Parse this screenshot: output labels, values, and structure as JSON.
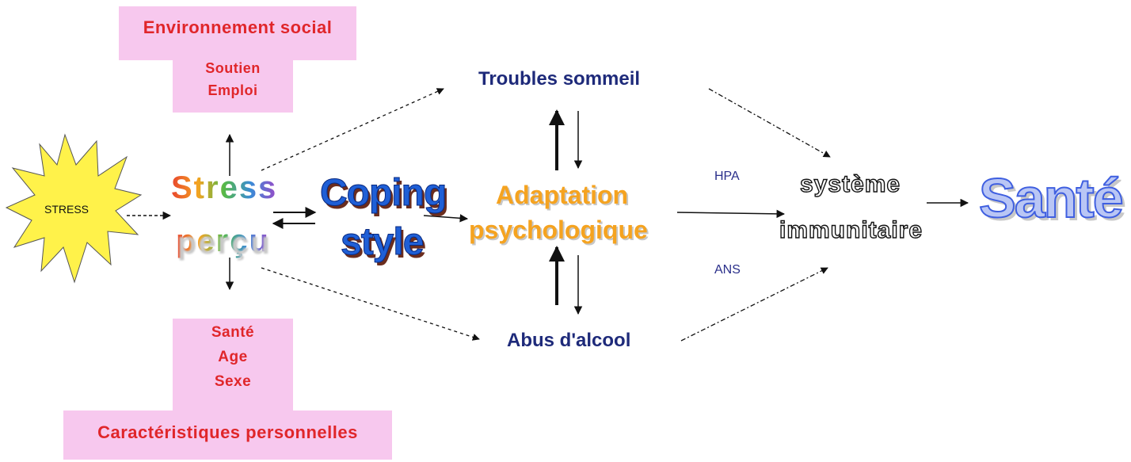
{
  "boxes": {
    "social_title": "Environnement social",
    "social_items": [
      "Soutien",
      "Emploi"
    ],
    "personal_items": [
      "Santé",
      "Age",
      "Sexe"
    ],
    "personal_title": "Caractéristiques personnelles"
  },
  "nodes": {
    "stress_burst": "STRESS",
    "stress_word": "Stress",
    "percu_word": "perçu",
    "coping_line1": "Coping",
    "coping_line2": "style",
    "adaptation_line1": "Adaptation",
    "adaptation_line2": "psychologique",
    "troubles": "Troubles sommeil",
    "abus": "Abus d'alcool",
    "systeme_line1": "système",
    "systeme_line2": "immunitaire",
    "sante": "Santé"
  },
  "edge_labels": {
    "hpa": "HPA",
    "ans": "ANS"
  },
  "colors": {
    "pink_box": "#f7c8ee",
    "red_text": "#e0262a",
    "navy_text": "#1e2a7a",
    "burst_fill": "#fff24a",
    "coping_blue": "#1f5fd6",
    "adaptation_orange": "#f5a320",
    "sante_blue": "#3f5fe0"
  }
}
